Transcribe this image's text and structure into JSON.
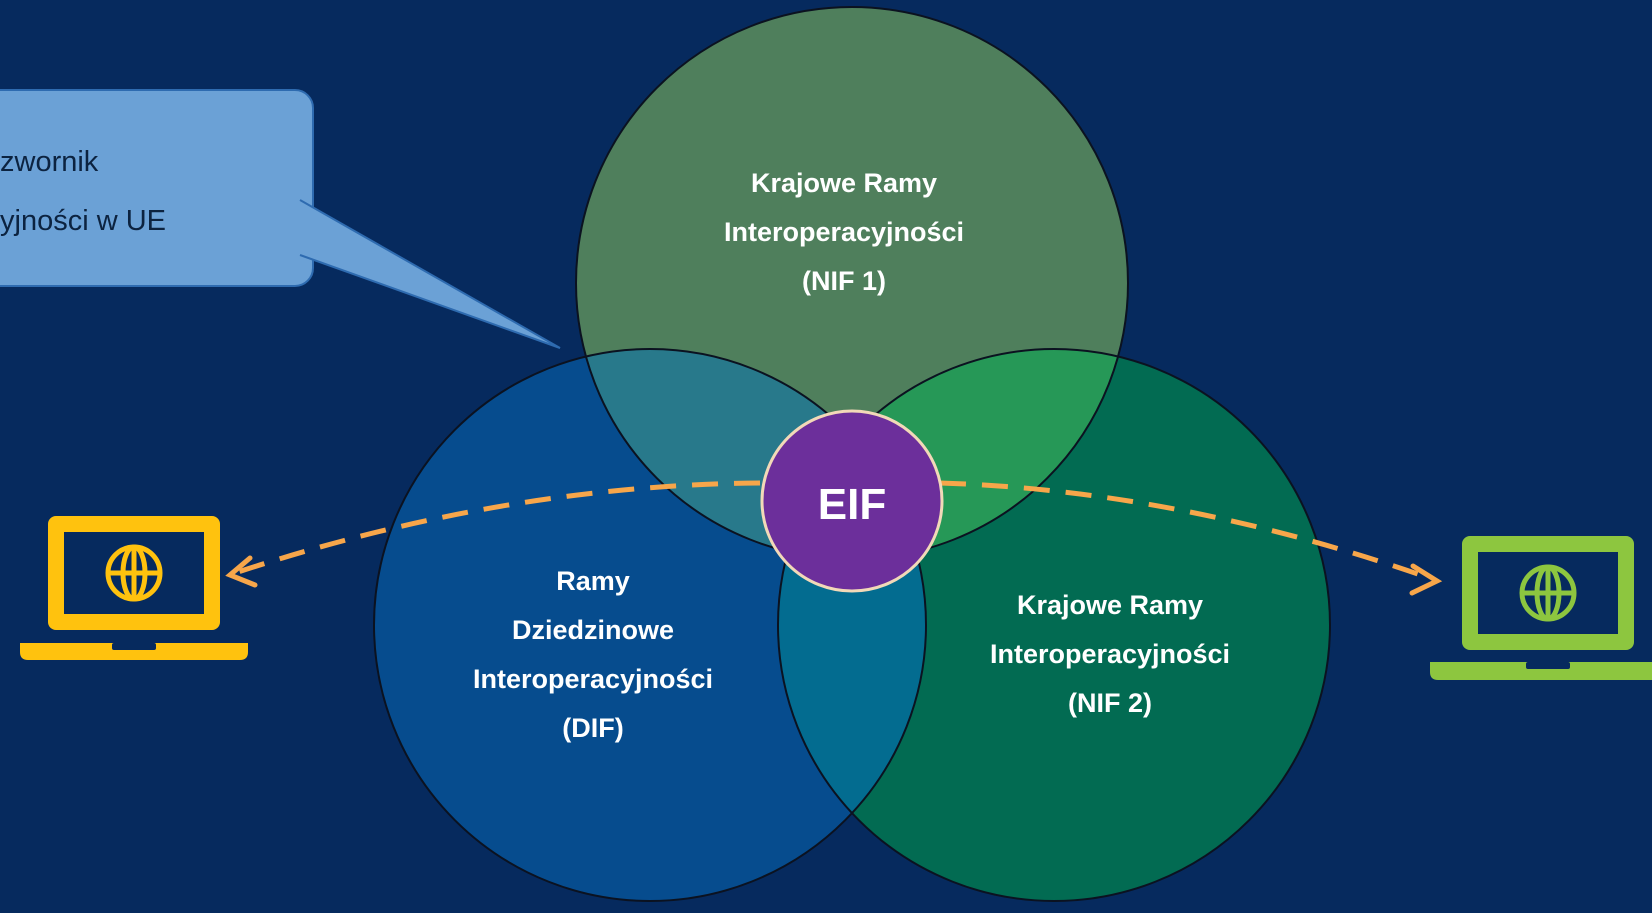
{
  "callout": {
    "line1": "zwornik",
    "line2": "yjności  w UE"
  },
  "circles": {
    "nif1": {
      "lines": [
        "Krajowe Ramy",
        "Interoperacyjności",
        "(NIF 1)"
      ],
      "color": "#4f7f5c"
    },
    "dif": {
      "lines": [
        "Ramy",
        "Dziedzinowe",
        "Interoperacyjności",
        "(DIF)"
      ],
      "color": "#064c8e"
    },
    "nif2": {
      "lines": [
        "Krajowe Ramy",
        "Interoperacyjności",
        "(NIF 2)"
      ],
      "color": "#026b52"
    }
  },
  "center": {
    "label": "EIF",
    "color": "#6c2f9b"
  },
  "icons": {
    "left_laptop": {
      "name": "laptop-globe-icon",
      "color": "#ffc20e"
    },
    "right_laptop": {
      "name": "laptop-globe-icon",
      "color": "#8dc63f"
    }
  },
  "colors": {
    "background": "#062a5e",
    "arrow": "#f7a64a",
    "callout": "#6ba1d6"
  }
}
